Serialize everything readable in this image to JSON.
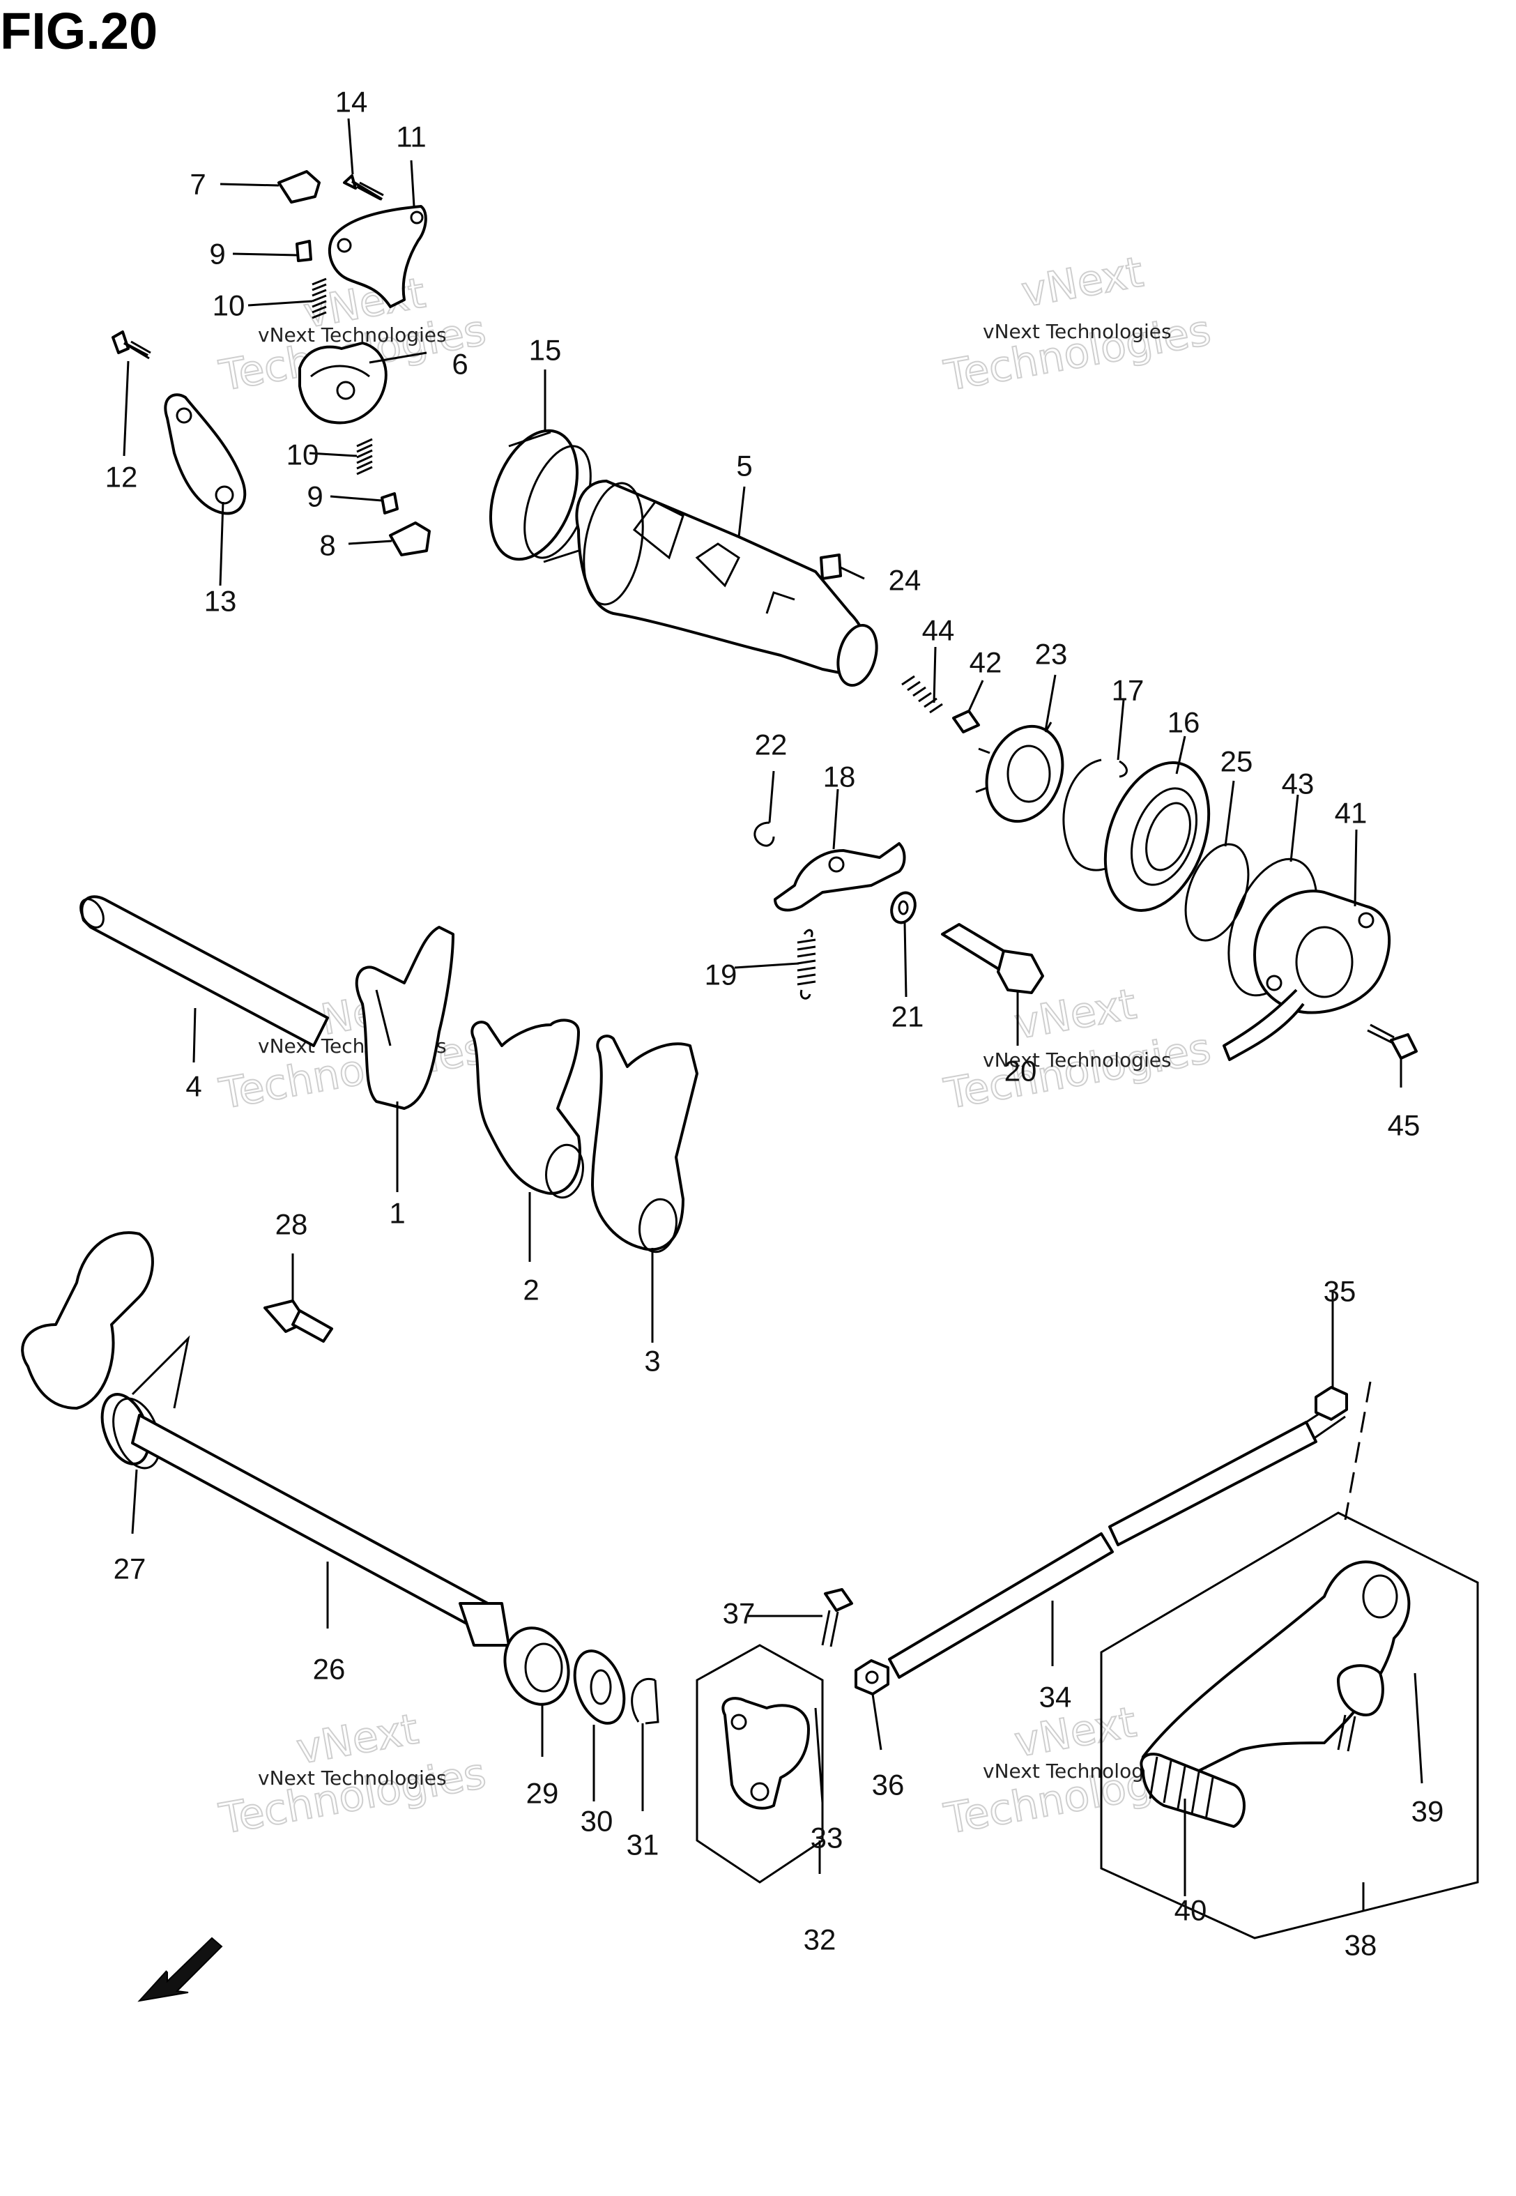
{
  "title": "FIG.20",
  "watermark_line1": "vNext Technologies",
  "watermark_line2": "vNext",
  "watermark_line3": "Technologies",
  "fwd_label": "FWD",
  "callouts": {
    "c1": "1",
    "c2": "2",
    "c3": "3",
    "c4": "4",
    "c5": "5",
    "c6": "6",
    "c7": "7",
    "c8": "8",
    "c9a": "9",
    "c9b": "9",
    "c10a": "10",
    "c10b": "10",
    "c11": "11",
    "c12": "12",
    "c13": "13",
    "c14": "14",
    "c15": "15",
    "c16": "16",
    "c17": "17",
    "c18": "18",
    "c19": "19",
    "c20": "20",
    "c21": "21",
    "c22": "22",
    "c23": "23",
    "c24": "24",
    "c25": "25",
    "c26": "26",
    "c27": "27",
    "c28": "28",
    "c29": "29",
    "c30": "30",
    "c31": "31",
    "c32": "32",
    "c33": "33",
    "c34": "34",
    "c35": "35",
    "c36": "36",
    "c37": "37",
    "c38": "38",
    "c39": "39",
    "c40": "40",
    "c41": "41",
    "c42": "42",
    "c43": "43",
    "c44": "44",
    "c45": "45"
  }
}
